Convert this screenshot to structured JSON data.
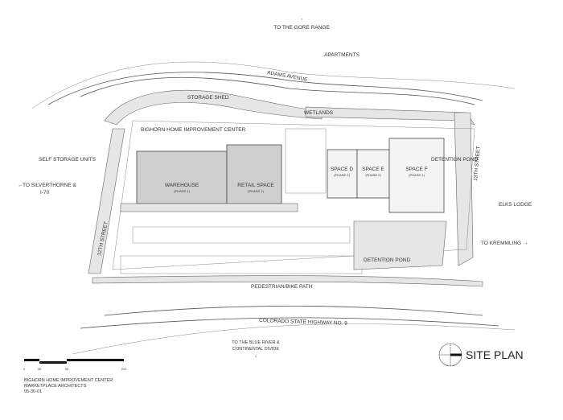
{
  "plan": {
    "north_direction": "TO THE GORE RANGE",
    "apartments": "APARTMENTS",
    "adams_avenue": "ADAMS AVENUE",
    "storage_shed": "STORAGE SHED",
    "wetlands": "WETLANDS",
    "center_title": "BIGHORN HOME IMPROVEMENT CENTER",
    "self_storage": "SELF STORAGE UNITS",
    "west_direction": [
      "TO SILVERTHORNE &",
      "I-70"
    ],
    "warehouse": {
      "name": "WAREHOUSE",
      "phase": "(PHASE 1)"
    },
    "retail": {
      "name": "RETAIL SPACE",
      "phase": "(PHASE 1)"
    },
    "space_d": {
      "name": "SPACE D",
      "phase": "(PHASE 2)"
    },
    "space_e": {
      "name": "SPACE E",
      "phase": "(PHASE 2)"
    },
    "space_f": {
      "name": "SPACE F",
      "phase": "(PHASE 1)"
    },
    "detention_pond_1": "DETENTION POND",
    "detention_pond_2": "DETENTION POND",
    "street_13": "13TH STREET",
    "street_12": "12TH STREET",
    "elks_lodge": "ELKS LODGE",
    "east_direction": "TO KREMMLING",
    "bike_path": "PEDESTRIAN/BIKE PATH",
    "highway": "COLORADO STATE HIGHWAY NO. 9",
    "south_direction": [
      "TO THE BLUE RIVER &",
      "CONTINENTAL DIVIDE"
    ]
  },
  "scale_bar": {
    "ticks": [
      "0",
      "30",
      "90",
      "210"
    ]
  },
  "title_block": {
    "lines": [
      "BIGHORN HOME IMPROVEMENT CENTER",
      "MARKETPLACE ARCHITECTS",
      "05-30-01"
    ],
    "sheet_title": "SITE PLAN"
  }
}
